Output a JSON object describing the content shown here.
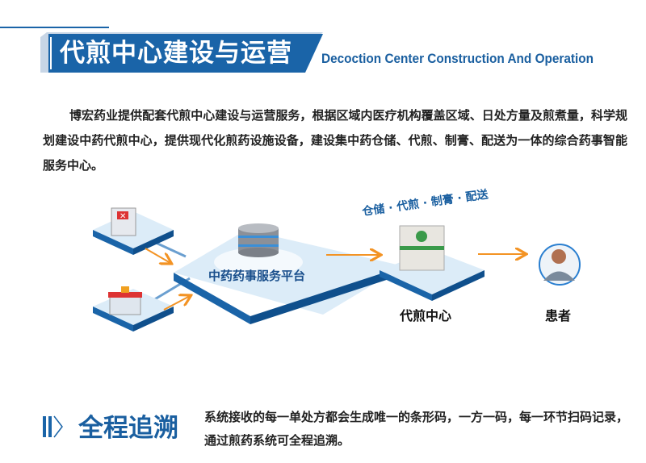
{
  "header": {
    "title": "代煎中心建设与运营",
    "subtitle_en": "Decoction Center Construction And Operation"
  },
  "intro": {
    "text": "博宏药业提供配套代煎中心建设与运营服务，根据区域内医疗机构覆盖区域、日处方量及煎煮量，科学规划建设中药代煎中心，提供现代化煎药设施设备，建设集中药仓储、代煎、制膏、配送为一体的综合药事智能服务中心。"
  },
  "diagram": {
    "platform_label": "中药药事服务平台",
    "services_label": "仓储 · 代煎 · 制膏 · 配送",
    "center_label": "代煎中心",
    "patient_label": "患者",
    "colors": {
      "blue": "#1a64a8",
      "arrow": "#f39324",
      "platform": "#dcecf8",
      "line": "#6a9fd0"
    }
  },
  "trace": {
    "title": "全程追溯",
    "text": "系统接收的每一单处方都会生成唯一的条形码，一方一码，每一环节扫码记录，通过煎药系统可全程追溯。"
  }
}
